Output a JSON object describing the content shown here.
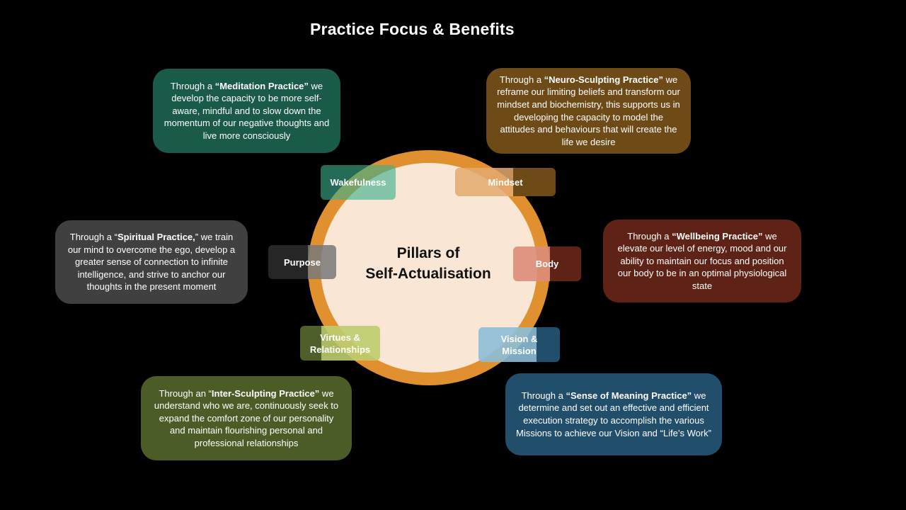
{
  "title": "Practice Focus & Benefits",
  "center": {
    "line1": "Pillars of",
    "line2": "Self-Actualisation"
  },
  "pillars": {
    "wakefulness": "Wakefulness",
    "mindset": "Mindset",
    "purpose": "Purpose",
    "body": "Body",
    "virtues": {
      "line1": "Virtues &",
      "line2": "Relationships"
    },
    "vision": {
      "line1": "Vision &",
      "line2": "Mission"
    }
  },
  "practices": {
    "meditation": {
      "pre": "Through a ",
      "name": "“Meditation Practice”",
      "post": " we develop the capacity to be more self-aware, mindful and to slow down the momentum of our negative thoughts and live more consciously"
    },
    "neuro": {
      "pre": "Through a ",
      "name": "“Neuro-Sculpting Practice”",
      "post": " we reframe our limiting beliefs and transform our mindset and biochemistry, this supports us in developing the capacity to model the attitudes and behaviours that will create the life we desire"
    },
    "spiritual": {
      "pre": "Through a “",
      "name": "Spiritual Practice,",
      "post": "” we train our mind to overcome the ego, develop a greater sense of connection to infinite intelligence, and strive to anchor our thoughts in the present moment"
    },
    "wellbeing": {
      "pre": "Through a ",
      "name": "“Wellbeing Practice”",
      "post": " we elevate our level of energy, mood and our ability to maintain our focus and position our body to be in an optimal physiological state"
    },
    "inter": {
      "pre": "Through an “",
      "name": "Inter-Sculpting Practice”",
      "post": " we understand who we are, continuously seek to expand the comfort zone of our personality and maintain flourishing personal and professional relationships"
    },
    "meaning": {
      "pre": "Through a ",
      "name": "“Sense of Meaning Practice”",
      "post": " we determine and set out an effective and efficient execution strategy to accomplish the various Missions to achieve our Vision and “Life’s Work”"
    }
  },
  "colors": {
    "meditation": "#1a5a48",
    "neuro": "#6e4a17",
    "spiritual": "#404040",
    "wellbeing": "#5e2216",
    "inter": "#4b5c27",
    "meaning": "#214e6a",
    "ring": "#e0902f",
    "inner": "#fae6d4"
  }
}
